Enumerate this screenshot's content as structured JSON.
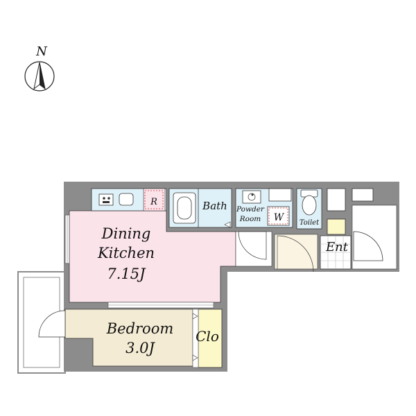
{
  "compass": {
    "label": "N",
    "icon": "north-arrow-icon"
  },
  "rooms": {
    "dining_kitchen": {
      "line1": "Dining",
      "line2": "Kitchen",
      "size": "7.15J"
    },
    "bedroom": {
      "name": "Bedroom",
      "size": "3.0J"
    },
    "closet": "Clo",
    "bath": "Bath",
    "powder_room": {
      "line1": "Powder",
      "line2": "Room"
    },
    "washer": "W",
    "toilet": "Toilet",
    "entrance": "Ent",
    "refrigerator": "R"
  },
  "colors": {
    "wall": "#8c8c8c",
    "dining_kitchen": "#fbe3ea",
    "bedroom": "#f3ebd3",
    "closet": "#fcf8c8",
    "wet_area": "#dff1f8",
    "hall": "#fbf4e3",
    "entrance": "#ffffff",
    "outline": "#333333"
  }
}
